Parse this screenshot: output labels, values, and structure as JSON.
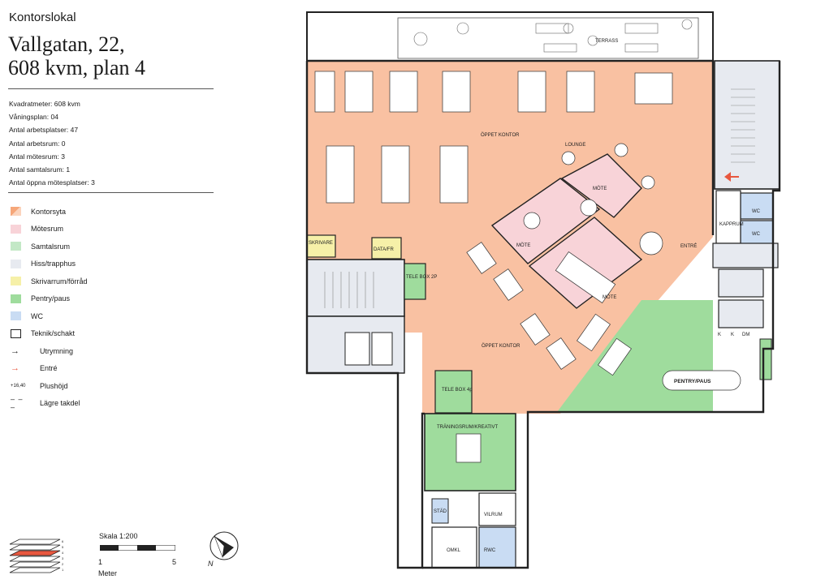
{
  "header": {
    "kicker": "Kontorslokal",
    "title_line1": "Vallgatan, 22,",
    "title_line2": "608 kvm, plan 4"
  },
  "facts": [
    "Kvadratmeter: 608 kvm",
    "Våningsplan: 04",
    "Antal arbetsplatser: 47",
    "Antal arbetsrum: 0",
    "Antal mötesrum: 3",
    "Antal samtalsrum: 1",
    "Antal öppna mötesplatser: 3"
  ],
  "legend": [
    {
      "label": "Kontorsyta",
      "color": "#f9c1a2"
    },
    {
      "label": "Mötesrum",
      "color": "#f8d3d8"
    },
    {
      "label": "Samtalsrum",
      "color": "#c3e8c6"
    },
    {
      "label": "Hiss/trapphus",
      "color": "#e7eaf0"
    },
    {
      "label": "Skrivarrum/förråd",
      "color": "#f6f0a8"
    },
    {
      "label": "Pentry/paus",
      "color": "#9fdc9d"
    },
    {
      "label": "WC",
      "color": "#c9dcf3"
    },
    {
      "label": "Teknik/schakt",
      "color": "#ffffff"
    },
    {
      "label": "Utrymning",
      "symbol": "→",
      "color": "#222222"
    },
    {
      "label": "Entré",
      "symbol": "→",
      "color": "#e8573f"
    },
    {
      "label": "Plushöjd",
      "symbol": "+16,40",
      "color": "#222222"
    },
    {
      "label": "Lägre takdel",
      "symbol": "– – –",
      "color": "#222222"
    }
  ],
  "scale": {
    "label": "Skala 1:200",
    "tick_start": "1",
    "tick_end": "5",
    "unit": "Meter"
  },
  "compass": {
    "label": "N"
  },
  "floor_stack": {
    "levels": [
      "6",
      "5",
      "4",
      "3",
      "2",
      "1"
    ],
    "current": "4"
  },
  "plan": {
    "colors": {
      "office": "#f9c1a2",
      "meeting": "#f8d3d8",
      "pentry": "#9fdc9d",
      "stair": "#e7eaf0",
      "print": "#f6f0a8",
      "talk": "#c3e8c6",
      "wc": "#c9dcf3",
      "wall": "#222222",
      "entrance_arrow": "#e8573f"
    },
    "rooms": {
      "terrass": "TERRASS",
      "open_office_top": "ÖPPET KONTOR",
      "lounge": "LOUNGE",
      "mote_1": "MÖTE",
      "mote_2": "MÖTE",
      "mote_3": "MÖTE",
      "entre": "ENTRÉ",
      "kapprum": "KAPPRUM",
      "wc_1": "WC",
      "wc_2": "WC",
      "skrivare": "SKRIVARE",
      "data_fr": "DATA/FR",
      "tele_box_2p": "TELE BOX 2P",
      "tele_box_4p": "TELE BOX 4p",
      "open_office_bottom": "ÖPPET KONTOR",
      "pentry": "PENTRY/PAUS",
      "training": "TRÄNINGSRUM/KREATIVT",
      "vilrum": "VILRUM",
      "omkl": "OMKL",
      "rwc": "RWC",
      "stad": "STÄD"
    },
    "fixtures": [
      "K",
      "K",
      "DM"
    ]
  }
}
